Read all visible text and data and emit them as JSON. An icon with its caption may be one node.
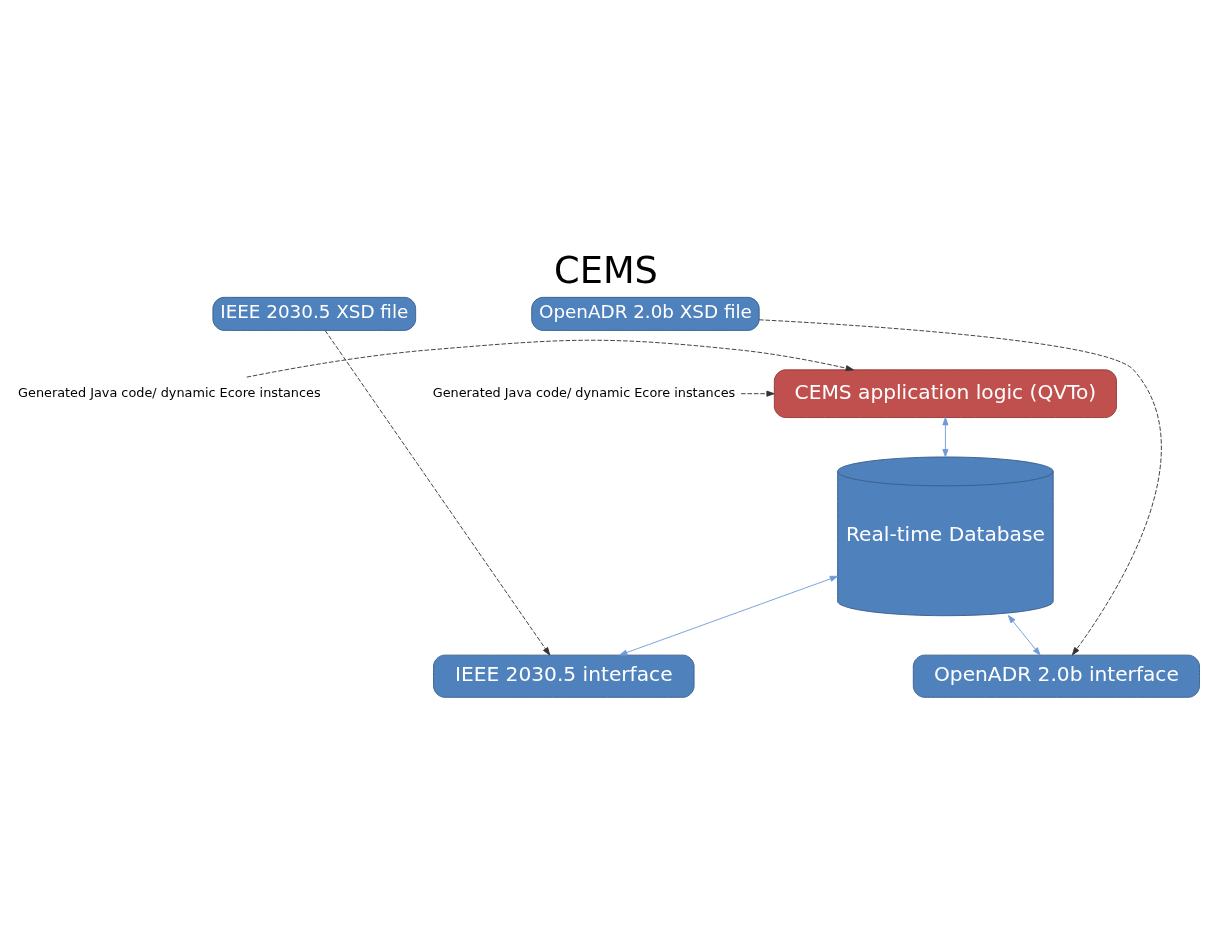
{
  "diagram": {
    "title": "CEMS",
    "nodes": [
      {
        "text": [
          "IEEE 2030.5 XSD file"
        ]
      },
      {
        "text": [
          "OpenADR 2.0b XSD file"
        ]
      },
      {
        "text": [
          "CEMS application logic (QVTo)"
        ]
      },
      {
        "text": [
          "Real-time Database"
        ]
      },
      {
        "text": [
          "IEEE 2030.5 interface"
        ]
      },
      {
        "text": [
          "OpenADR 2.0b interface"
        ]
      },
      {
        "text": [
          "Generated Java code/ dynamic Ecore instances"
        ]
      },
      {
        "text": [
          "Generated Java code/ dynamic Ecore instances"
        ]
      }
    ],
    "edges": [
      {
        "from": 0,
        "to": 4,
        "arrow": "to",
        "style": "dashed"
      },
      {
        "from": 6,
        "to": 2,
        "arrow": "to",
        "style": "dashed"
      },
      {
        "from": 1,
        "to": 5,
        "arrow": "to",
        "style": "dashed"
      },
      {
        "from": 7,
        "to": 2,
        "arrow": "to",
        "style": "dashed"
      },
      {
        "from": 2,
        "to": 3,
        "arrow": "both",
        "color": "#6f9bd6"
      },
      {
        "from": 3,
        "to": 4,
        "arrow": "both",
        "color": "#6f9bd6"
      },
      {
        "from": 3,
        "to": 5,
        "arrow": "both",
        "color": "#6f9bd6"
      }
    ]
  }
}
